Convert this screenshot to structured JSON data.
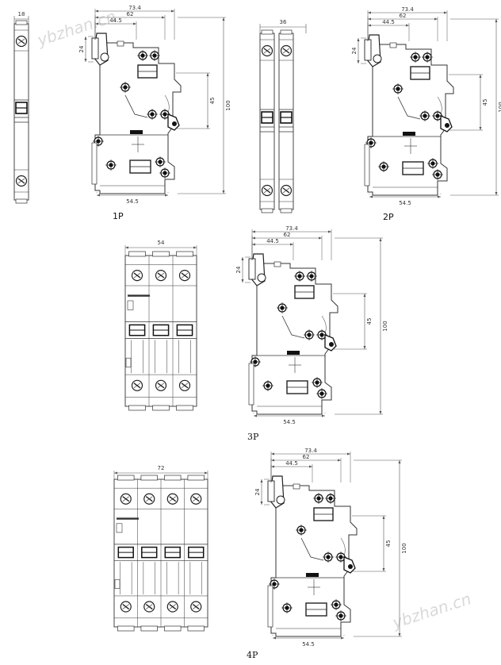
{
  "dims": {
    "w1p": "18",
    "w2p": "36",
    "w3p": "54",
    "w4p": "72",
    "d734": "73.4",
    "d62": "62",
    "d445": "44.5",
    "d24": "24",
    "d45": "45",
    "d100": "100",
    "d545": "54.5"
  },
  "labels": {
    "p1": "1P",
    "p2": "2P",
    "p3": "3P",
    "p4": "4P"
  },
  "watermark": "ybzhan.cn",
  "colors": {
    "line": "#333333",
    "dimline": "#555555",
    "watermark": "#d9d9d9"
  }
}
